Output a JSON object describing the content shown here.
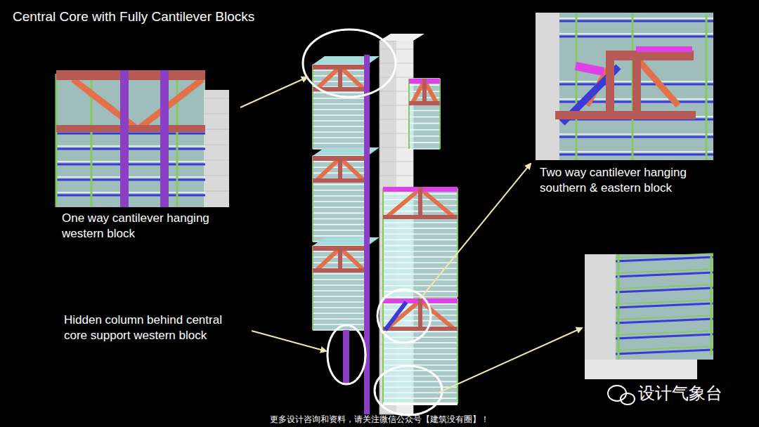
{
  "diagram": {
    "title": "Central Core with Fully Cantilever Blocks",
    "labels": [
      "One way cantilever hanging western block",
      "Two way cantilever hanging southern & eastern block",
      "Hidden column behind central core support western block",
      "设计气象台",
      "更多设计咨询和资料，请关注微信公众号【建筑没有圈】！"
    ]
  }
}
